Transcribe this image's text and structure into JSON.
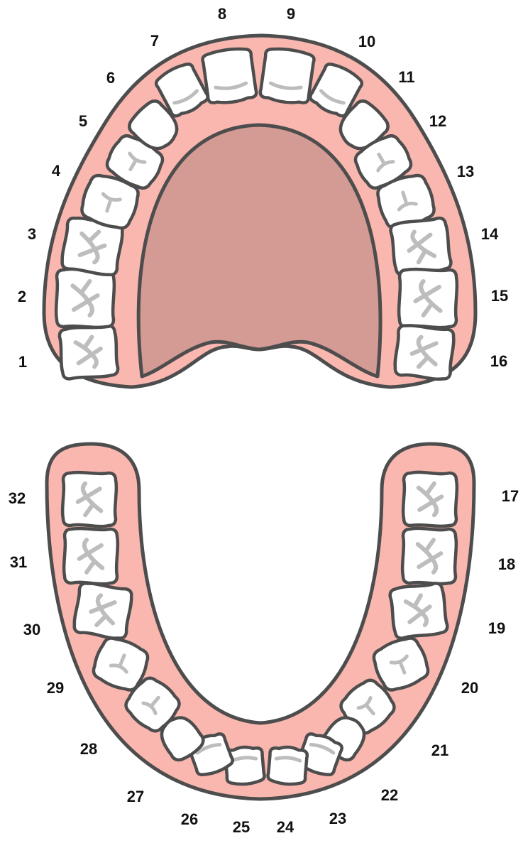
{
  "colors": {
    "gum": "#f9b7b0",
    "palate": "#d49a94",
    "tooth": "#ffffff",
    "outline": "#4d4d4d",
    "fissure": "#bdbdbd",
    "label": "#111111"
  },
  "upper_arch": {
    "teeth": [
      {
        "number": "1",
        "type": "molar"
      },
      {
        "number": "2",
        "type": "molar"
      },
      {
        "number": "3",
        "type": "molar"
      },
      {
        "number": "4",
        "type": "premolar"
      },
      {
        "number": "5",
        "type": "premolar"
      },
      {
        "number": "6",
        "type": "canine"
      },
      {
        "number": "7",
        "type": "incisor"
      },
      {
        "number": "8",
        "type": "incisor"
      },
      {
        "number": "9",
        "type": "incisor"
      },
      {
        "number": "10",
        "type": "incisor"
      },
      {
        "number": "11",
        "type": "canine"
      },
      {
        "number": "12",
        "type": "premolar"
      },
      {
        "number": "13",
        "type": "premolar"
      },
      {
        "number": "14",
        "type": "molar"
      },
      {
        "number": "15",
        "type": "molar"
      },
      {
        "number": "16",
        "type": "molar"
      }
    ]
  },
  "lower_arch": {
    "teeth": [
      {
        "number": "17",
        "type": "molar"
      },
      {
        "number": "18",
        "type": "molar"
      },
      {
        "number": "19",
        "type": "molar"
      },
      {
        "number": "20",
        "type": "premolar"
      },
      {
        "number": "21",
        "type": "premolar"
      },
      {
        "number": "22",
        "type": "canine"
      },
      {
        "number": "23",
        "type": "incisor"
      },
      {
        "number": "24",
        "type": "incisor"
      },
      {
        "number": "25",
        "type": "incisor"
      },
      {
        "number": "26",
        "type": "incisor"
      },
      {
        "number": "27",
        "type": "canine"
      },
      {
        "number": "28",
        "type": "premolar"
      },
      {
        "number": "29",
        "type": "premolar"
      },
      {
        "number": "30",
        "type": "molar"
      },
      {
        "number": "31",
        "type": "molar"
      },
      {
        "number": "32",
        "type": "molar"
      }
    ]
  }
}
